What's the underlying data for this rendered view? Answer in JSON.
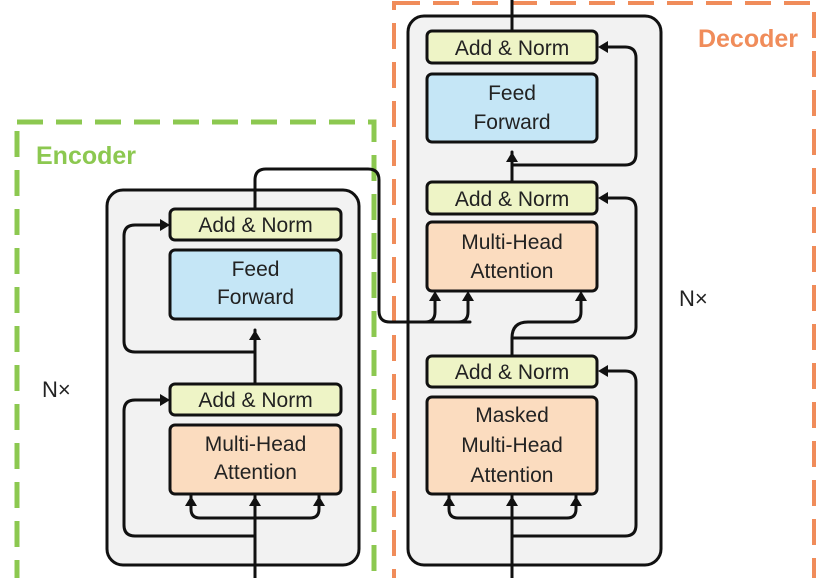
{
  "encoder": {
    "title": "Encoder",
    "repeat": "N×",
    "add_norm_top": "Add & Norm",
    "feed_forward": [
      "Feed",
      "Forward"
    ],
    "add_norm_bottom": "Add & Norm",
    "attention": [
      "Multi-Head",
      "Attention"
    ]
  },
  "decoder": {
    "title": "Decoder",
    "repeat": "N×",
    "add_norm_top": "Add & Norm",
    "feed_forward": [
      "Feed",
      "Forward"
    ],
    "add_norm_mid": "Add & Norm",
    "cross_attention": [
      "Multi-Head",
      "Attention"
    ],
    "add_norm_bottom": "Add & Norm",
    "masked_attention": [
      "Masked",
      "Multi-Head",
      "Attention"
    ]
  },
  "colors": {
    "encoder_border": "#8cc850",
    "decoder_border": "#f08c5a",
    "layer_fill": "#f2f2f2",
    "add_norm_fill": "#eef4c6",
    "feed_forward_fill": "#c5e6f6",
    "attention_fill": "#fbdcbf"
  }
}
